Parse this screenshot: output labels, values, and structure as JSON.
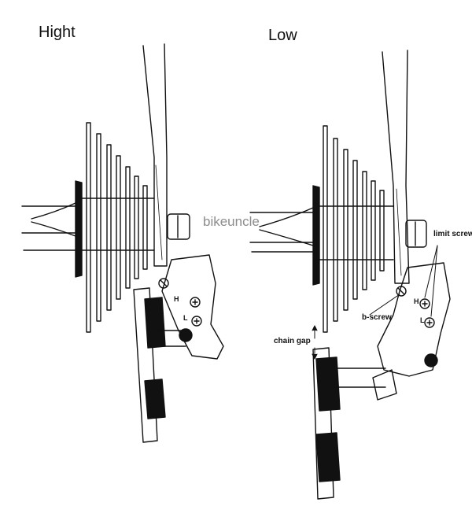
{
  "panels": {
    "left": {
      "title": "Hight"
    },
    "right": {
      "title": "Low"
    }
  },
  "watermark": "bikeuncle",
  "callouts": {
    "limit_screws": "limit screws",
    "b_screw": "b-screw",
    "chain_gap": "chain gap",
    "high_screw_letter": "H",
    "low_screw_letter": "L"
  },
  "colors": {
    "ink": "#111111",
    "paper": "#ffffff",
    "watermark": "#8c8c8c"
  }
}
